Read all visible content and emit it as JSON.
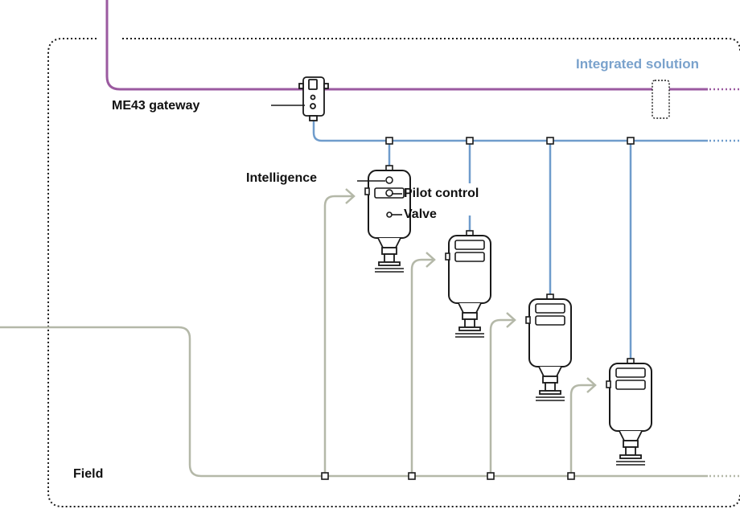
{
  "labels": {
    "integrated_solution": "Integrated solution",
    "gateway": "ME43 gateway",
    "intelligence": "Intelligence",
    "pilot_control": "Pilot control",
    "valve": "Valve",
    "field": "Field"
  },
  "colors": {
    "plant_bus": "#9b5aa0",
    "device_bus": "#6f9ccc",
    "field_line": "#b4b8a8",
    "outline": "#1a1a1a",
    "accent_text": "#7aa2cc"
  },
  "icons": {
    "gateway": "gateway-device-icon",
    "valve": "process-valve-icon",
    "placeholder": "dashed-device-placeholder-icon",
    "node": "bus-node-icon"
  }
}
